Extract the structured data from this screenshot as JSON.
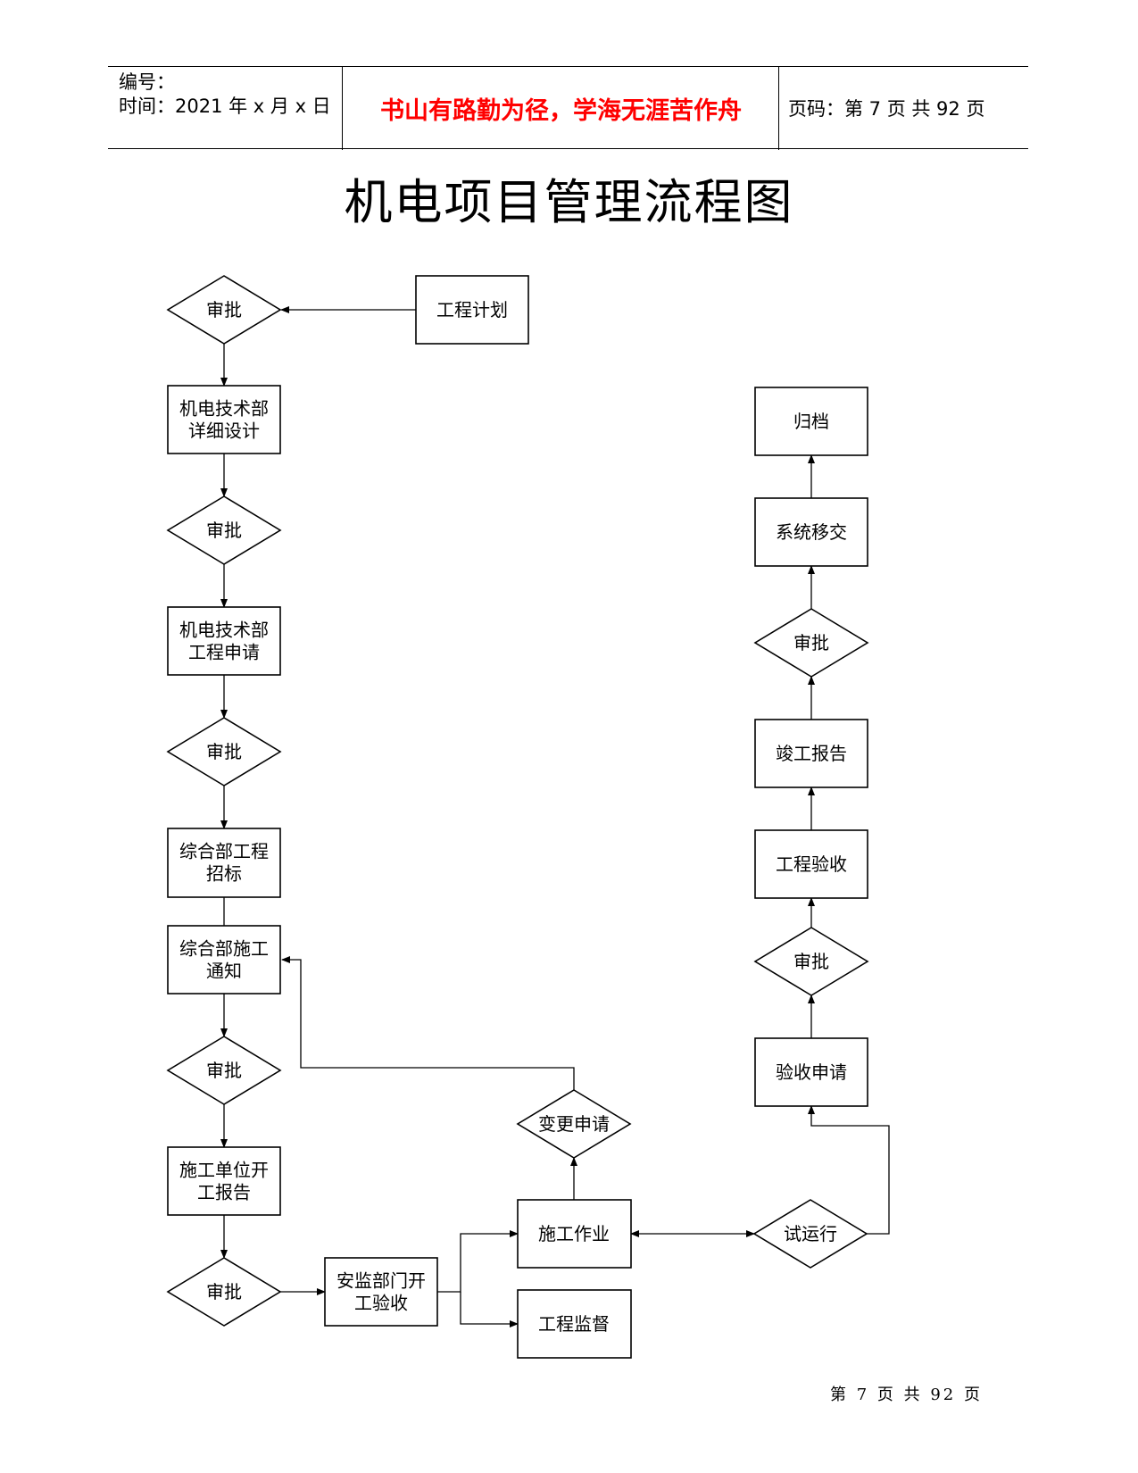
{
  "header": {
    "doc_no_label": "编号：",
    "time_label": "时间：2021 年 x 月 x 日",
    "motto": "书山有路勤为径，学海无涯苦作舟",
    "page_info": "页码：第 7 页  共 92 页"
  },
  "title": "机电项目管理流程图",
  "nodes": {
    "plan": {
      "lines": [
        "工程计划"
      ]
    },
    "approve1": {
      "lines": [
        "审批"
      ]
    },
    "detail_design": {
      "lines": [
        "机电技术部",
        "详细设计"
      ]
    },
    "approve2": {
      "lines": [
        "审批"
      ]
    },
    "project_apply": {
      "lines": [
        "机电技术部",
        "工程申请"
      ]
    },
    "approve3": {
      "lines": [
        "审批"
      ]
    },
    "bidding": {
      "lines": [
        "综合部工程",
        "招标"
      ]
    },
    "construction_notice": {
      "lines": [
        "综合部施工",
        "通知"
      ]
    },
    "approve4": {
      "lines": [
        "审批"
      ]
    },
    "start_report": {
      "lines": [
        "施工单位开",
        "工报告"
      ]
    },
    "approve5": {
      "lines": [
        "审批"
      ]
    },
    "safety_check": {
      "lines": [
        "安监部门开",
        "工验收"
      ]
    },
    "construction_work": {
      "lines": [
        "施工作业"
      ]
    },
    "supervision": {
      "lines": [
        "工程监督"
      ]
    },
    "change_request": {
      "lines": [
        "变更申请"
      ]
    },
    "trial_run": {
      "lines": [
        "试运行"
      ]
    },
    "acceptance_request": {
      "lines": [
        "验收申请"
      ]
    },
    "approve6": {
      "lines": [
        "审批"
      ]
    },
    "acceptance": {
      "lines": [
        "工程验收"
      ]
    },
    "completion_report": {
      "lines": [
        "竣工报告"
      ]
    },
    "approve7": {
      "lines": [
        "审批"
      ]
    },
    "system_handover": {
      "lines": [
        "系统移交"
      ]
    },
    "archive": {
      "lines": [
        "归档"
      ]
    }
  },
  "footer": "第 7 页 共 92 页"
}
